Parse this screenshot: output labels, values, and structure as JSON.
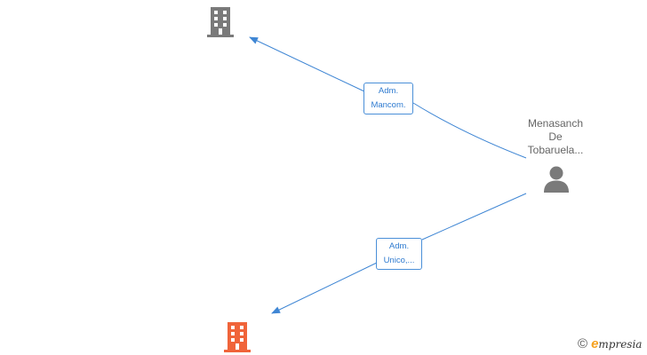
{
  "diagram": {
    "person": {
      "name_lines": [
        "Menasanch",
        "De",
        "Tobaruela..."
      ],
      "color": "#7a7a7a"
    },
    "companies": [
      {
        "id": "company-top",
        "color": "#7a7a7a",
        "icon": "building-icon"
      },
      {
        "id": "company-bottom",
        "color": "#f0643a",
        "icon": "building-icon"
      }
    ],
    "edges": [
      {
        "from": "person",
        "to": "company-top",
        "label_lines": [
          "Adm.",
          "Mancom."
        ]
      },
      {
        "from": "person",
        "to": "company-bottom",
        "label_lines": [
          "Adm.",
          "Unico,..."
        ]
      }
    ],
    "edge_color": "#3f86d4"
  },
  "brand": {
    "copyright_symbol": "©",
    "initial": "e",
    "rest": "mpresia"
  }
}
